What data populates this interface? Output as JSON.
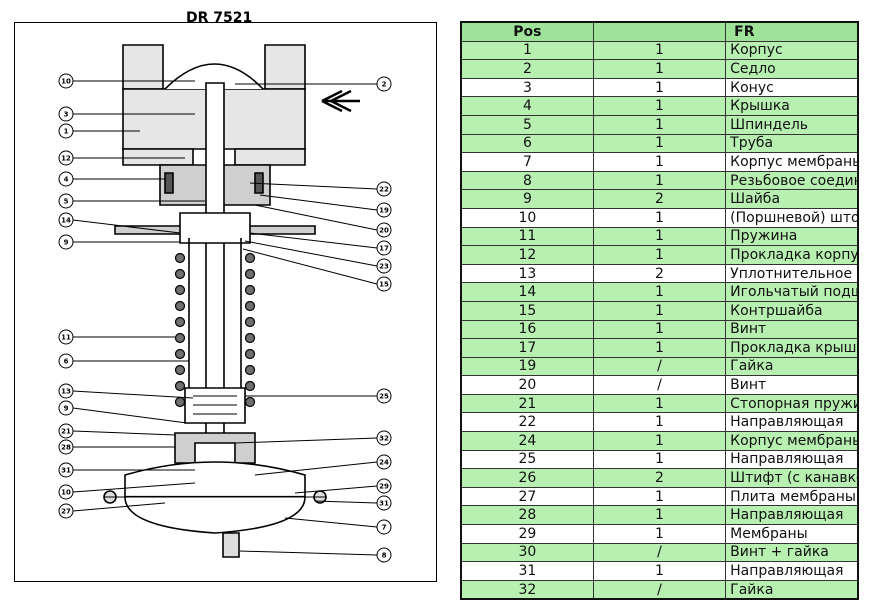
{
  "drawing": {
    "title": "DR 7521",
    "callouts_left": [
      "10",
      "3",
      "1",
      "12",
      "4",
      "5",
      "14",
      "9",
      "11",
      "6",
      "13",
      "9",
      "21",
      "28",
      "31",
      "10",
      "27"
    ],
    "callouts_right": [
      "2",
      "22",
      "19",
      "20",
      "17",
      "23",
      "15",
      "25",
      "32",
      "24",
      "29",
      "31",
      "7",
      "8"
    ]
  },
  "table": {
    "headers": {
      "pos": "Pos",
      "qty": "",
      "fr": "FR"
    },
    "rows": [
      {
        "pos": "1",
        "qty": "1",
        "name": "Корпус",
        "hl": true
      },
      {
        "pos": "2",
        "qty": "1",
        "name": "Седло",
        "hl": true
      },
      {
        "pos": "3",
        "qty": "1",
        "name": "Конус",
        "hl": false
      },
      {
        "pos": "4",
        "qty": "1",
        "name": "Крышка",
        "hl": true
      },
      {
        "pos": "5",
        "qty": "1",
        "name": "Шпиндель",
        "hl": true
      },
      {
        "pos": "6",
        "qty": "1",
        "name": "Труба",
        "hl": true
      },
      {
        "pos": "7",
        "qty": "1",
        "name": "Корпус мембраны",
        "hl": false
      },
      {
        "pos": "8",
        "qty": "1",
        "name": "Резьбовое соединение",
        "hl": true
      },
      {
        "pos": "9",
        "qty": "2",
        "name": "Шайба",
        "hl": true
      },
      {
        "pos": "10",
        "qty": "1",
        "name": "(Поршневой) шток",
        "hl": false
      },
      {
        "pos": "11",
        "qty": "1",
        "name": "Пружина",
        "hl": true
      },
      {
        "pos": "12",
        "qty": "1",
        "name": "Прокладка корпуса",
        "hl": true
      },
      {
        "pos": "13",
        "qty": "2",
        "name": "Уплотнительное кольцо",
        "hl": false
      },
      {
        "pos": "14",
        "qty": "1",
        "name": "Игольчатый подшипник",
        "hl": true
      },
      {
        "pos": "15",
        "qty": "1",
        "name": "Контршайба",
        "hl": true
      },
      {
        "pos": "16",
        "qty": "1",
        "name": "Винт",
        "hl": true
      },
      {
        "pos": "17",
        "qty": "1",
        "name": "Прокладка крышки",
        "hl": true
      },
      {
        "pos": "19",
        "qty": "/",
        "name": "Гайка",
        "hl": true
      },
      {
        "pos": "20",
        "qty": "/",
        "name": "Винт",
        "hl": false
      },
      {
        "pos": "21",
        "qty": "1",
        "name": "Стопорная пружина",
        "hl": true
      },
      {
        "pos": "22",
        "qty": "1",
        "name": "Направляющая",
        "hl": false
      },
      {
        "pos": "24",
        "qty": "1",
        "name": "Корпус мембраны",
        "hl": true
      },
      {
        "pos": "25",
        "qty": "1",
        "name": "Направляющая",
        "hl": false
      },
      {
        "pos": "26",
        "qty": "2",
        "name": "Штифт (с канавкой)",
        "hl": true
      },
      {
        "pos": "27",
        "qty": "1",
        "name": "Плита мембраны",
        "hl": false
      },
      {
        "pos": "28",
        "qty": "1",
        "name": "Направляющая",
        "hl": true
      },
      {
        "pos": "29",
        "qty": "1",
        "name": "Мембраны",
        "hl": false
      },
      {
        "pos": "30",
        "qty": "/",
        "name": "Винт + гайка",
        "hl": true
      },
      {
        "pos": "31",
        "qty": "1",
        "name": "Направляющая",
        "hl": false
      },
      {
        "pos": "32",
        "qty": "/",
        "name": "Гайка",
        "hl": true
      }
    ]
  }
}
